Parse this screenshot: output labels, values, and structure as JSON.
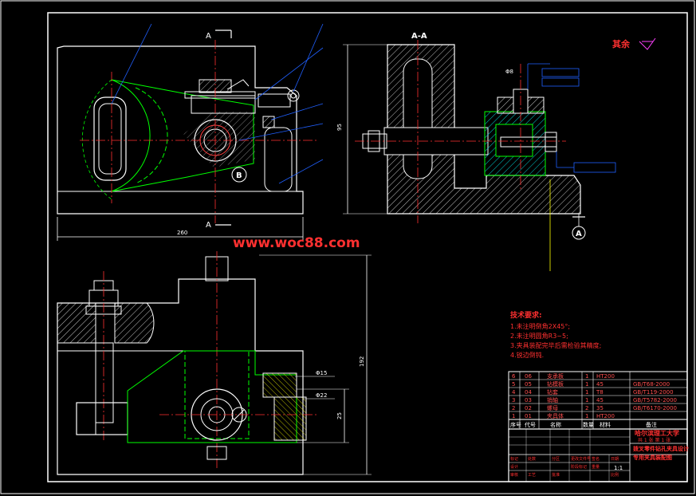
{
  "watermark": "www.woc88.com",
  "section_label_top": "A",
  "section_label_bottom": "A",
  "section_view_title": "A-A",
  "detail_marker_b": "B",
  "datum_marker_a": "A",
  "surface_finish_note": "其余",
  "dims": {
    "width_top": "260",
    "height_aa": "95",
    "height_bottom": "192",
    "dia_1": "Φ8",
    "dia_2": "Φ15",
    "dia_3": "Φ22",
    "dim_right": "25"
  },
  "tech_requirements": {
    "title": "技术要求:",
    "items": [
      "1.未注明倒角2X45°;",
      "2.未注明圆角R3~5;",
      "3.夹具装配完毕后需检验其精度;",
      "4.锐边倒钝."
    ]
  },
  "parts_list": {
    "rows": [
      [
        "6",
        "06",
        "支承板",
        "1",
        "HT200",
        ""
      ],
      [
        "5",
        "05",
        "钻模板",
        "1",
        "45",
        "GB/T68-2000"
      ],
      [
        "4",
        "04",
        "钻套",
        "1",
        "T8",
        "GB/T119-2000"
      ],
      [
        "3",
        "03",
        "销轴",
        "1",
        "45",
        "GB/T5782-2000"
      ],
      [
        "2",
        "02",
        "螺母",
        "2",
        "35",
        "GB/T6170-2000"
      ],
      [
        "1",
        "01",
        "夹具体",
        "1",
        "HT200",
        ""
      ]
    ],
    "headers": [
      "序号",
      "代号",
      "名称",
      "数量",
      "材料",
      "备注"
    ]
  },
  "title_block": {
    "school": "哈尔滨理工大学",
    "sheet_info": "共 1 张  第 1 张",
    "drawing_title": "拨叉零件钻孔夹具设计",
    "drawing_subtitle": "专用夹具装配图",
    "scale": "1:1",
    "labels": [
      "标记",
      "处数",
      "分区",
      "更改文件号",
      "签名",
      "日期",
      "设计",
      "审核",
      "工艺",
      "批准",
      "阶段标记",
      "重量",
      "比例"
    ]
  }
}
